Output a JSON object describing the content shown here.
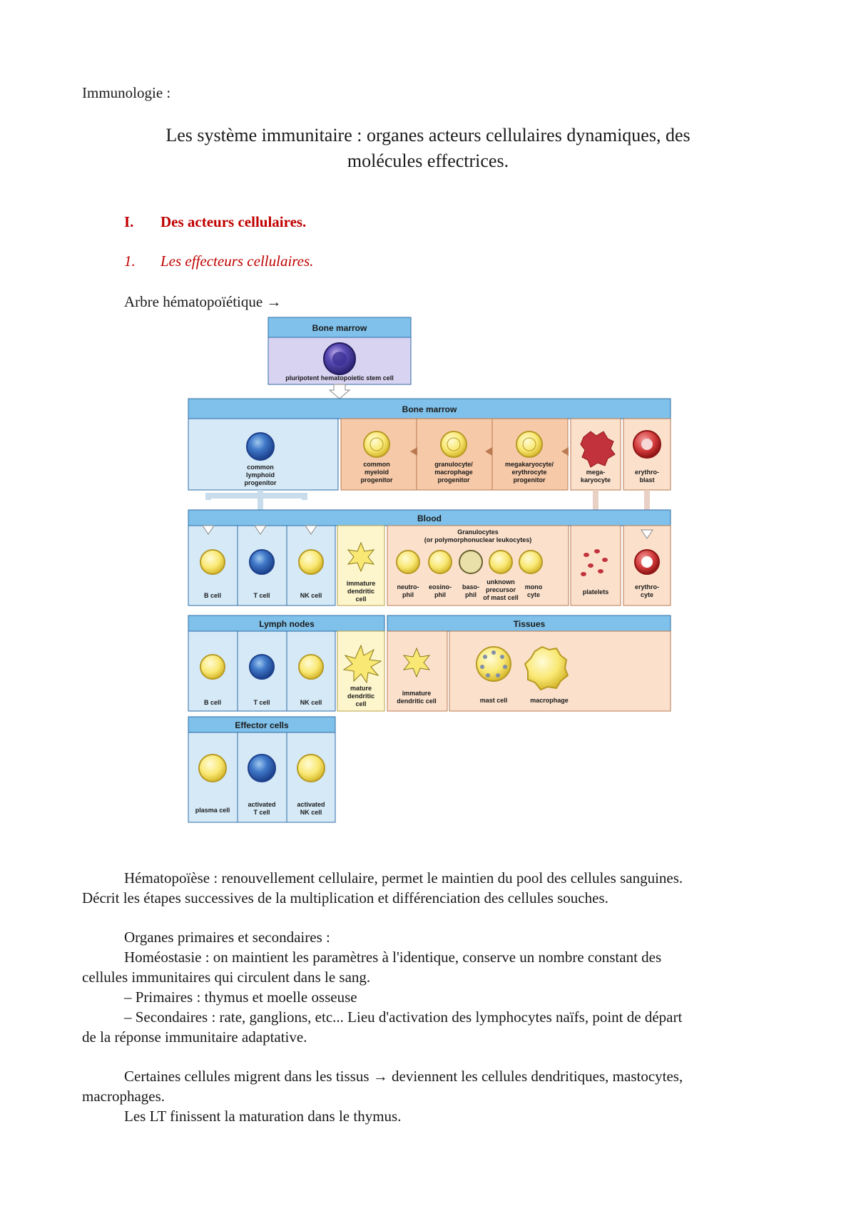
{
  "header_label": "Immunologie :",
  "title_line1": "Les système immunitaire : organes acteurs cellulaires dynamiques, des",
  "title_line2": "molécules effectrices.",
  "section1": {
    "number": "I.",
    "text": "Des acteurs cellulaires."
  },
  "subsection1": {
    "number": "1.",
    "text": "Les effecteurs cellulaires."
  },
  "arbre_label": "Arbre hématopoïétique →",
  "diagram": {
    "top_band": "Bone marrow",
    "stem_cell": "pluripotent hematopoietic stem cell",
    "bone_marrow_band": "Bone marrow",
    "progenitors": {
      "lymphoid": [
        "common",
        "lymphoid",
        "progenitor"
      ],
      "myeloid": [
        "common",
        "myeloid",
        "progenitor"
      ],
      "granulocyte": [
        "granulocyte/",
        "macrophage",
        "progenitor"
      ],
      "megakaryocyte_prog": [
        "megakaryocyte/",
        "erythrocyte",
        "progenitor"
      ],
      "megakaryocyte": [
        "mega-",
        "karyocyte"
      ],
      "erythroblast": [
        "erythro-",
        "blast"
      ]
    },
    "blood_band": "Blood",
    "granulocytes_title": [
      "Granulocytes",
      "(or polymorphonuclear leukocytes)"
    ],
    "blood_cells": {
      "b_cell": "B cell",
      "t_cell": "T cell",
      "nk_cell": "NK cell",
      "immature_dc": [
        "immature",
        "dendritic",
        "cell"
      ],
      "neutrophil": [
        "neutro-",
        "phil"
      ],
      "eosinophil": [
        "eosino-",
        "phil"
      ],
      "basophil": [
        "baso-",
        "phil"
      ],
      "unknown": [
        "unknown",
        "precursor",
        "of mast cell"
      ],
      "monocyte": [
        "mono",
        "cyte"
      ],
      "platelets": "platelets",
      "erythrocyte": [
        "erythro-",
        "cyte"
      ]
    },
    "lymph_band": "Lymph nodes",
    "tissues_band": "Tissues",
    "lymph_cells": {
      "b_cell": "B cell",
      "t_cell": "T cell",
      "nk_cell": "NK cell",
      "mature_dc": [
        "mature",
        "dendritic",
        "cell"
      ]
    },
    "tissue_cells": {
      "immature_dc": [
        "immature",
        "dendritic cell"
      ],
      "mast_cell": "mast cell",
      "macrophage": "macrophage"
    },
    "effector_band": "Effector cells",
    "effector_cells": {
      "plasma": "plasma cell",
      "activated_t": [
        "activated",
        "T cell"
      ],
      "activated_nk": [
        "activated",
        "NK cell"
      ]
    }
  },
  "hemato": {
    "line1": "Hématopoïèse : renouvellement cellulaire, permet le maintien du pool des cellules sanguines.",
    "line2": "Décrit les étapes successives de la multiplication et différenciation des cellules souches."
  },
  "organes": {
    "heading": "Organes primaires et secondaires :",
    "homeo1": "Homéostasie : on maintient les paramètres à l'identique, conserve un nombre constant des",
    "homeo2": "cellules immunitaires qui circulent dans le sang.",
    "primaires": "– Primaires : thymus et moelle osseuse",
    "secondaires1": "– Secondaires : rate, ganglions, etc... Lieu d'activation des lymphocytes naïfs, point de départ",
    "secondaires2": "de la réponse immunitaire adaptative."
  },
  "migration": {
    "line1": "Certaines cellules migrent dans les tissus → deviennent les cellules dendritiques, mastocytes,",
    "line2": "macrophages.",
    "line3": "Les LT finissent la maturation dans le thymus."
  },
  "colors": {
    "section_red": "#c00000",
    "band_blue": "#7fc1ea",
    "panel_blue": "#d5e9f7",
    "panel_orange": "#f6c9a8",
    "panel_peach": "#fbe1cc",
    "panel_yellow": "#fdf5cc"
  }
}
